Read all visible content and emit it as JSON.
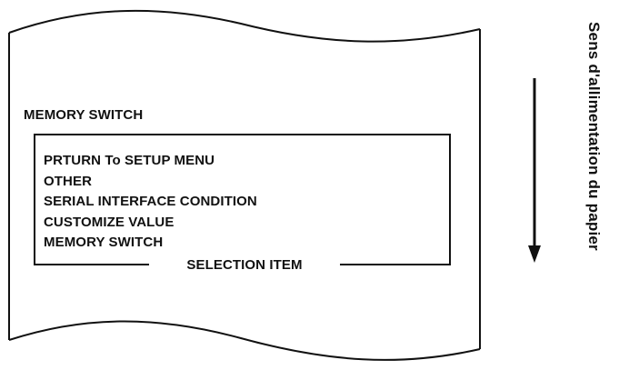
{
  "diagram": {
    "heading": "MEMORY SWITCH",
    "menu_items": [
      "PRTURN To SETUP MENU",
      "OTHER",
      "SERIAL INTERFACE CONDITION",
      "CUSTOMIZE VALUE",
      "MEMORY SWITCH"
    ],
    "frame_caption": "SELECTION ITEM",
    "side_caption": "Sens d'allimentation du papier"
  }
}
